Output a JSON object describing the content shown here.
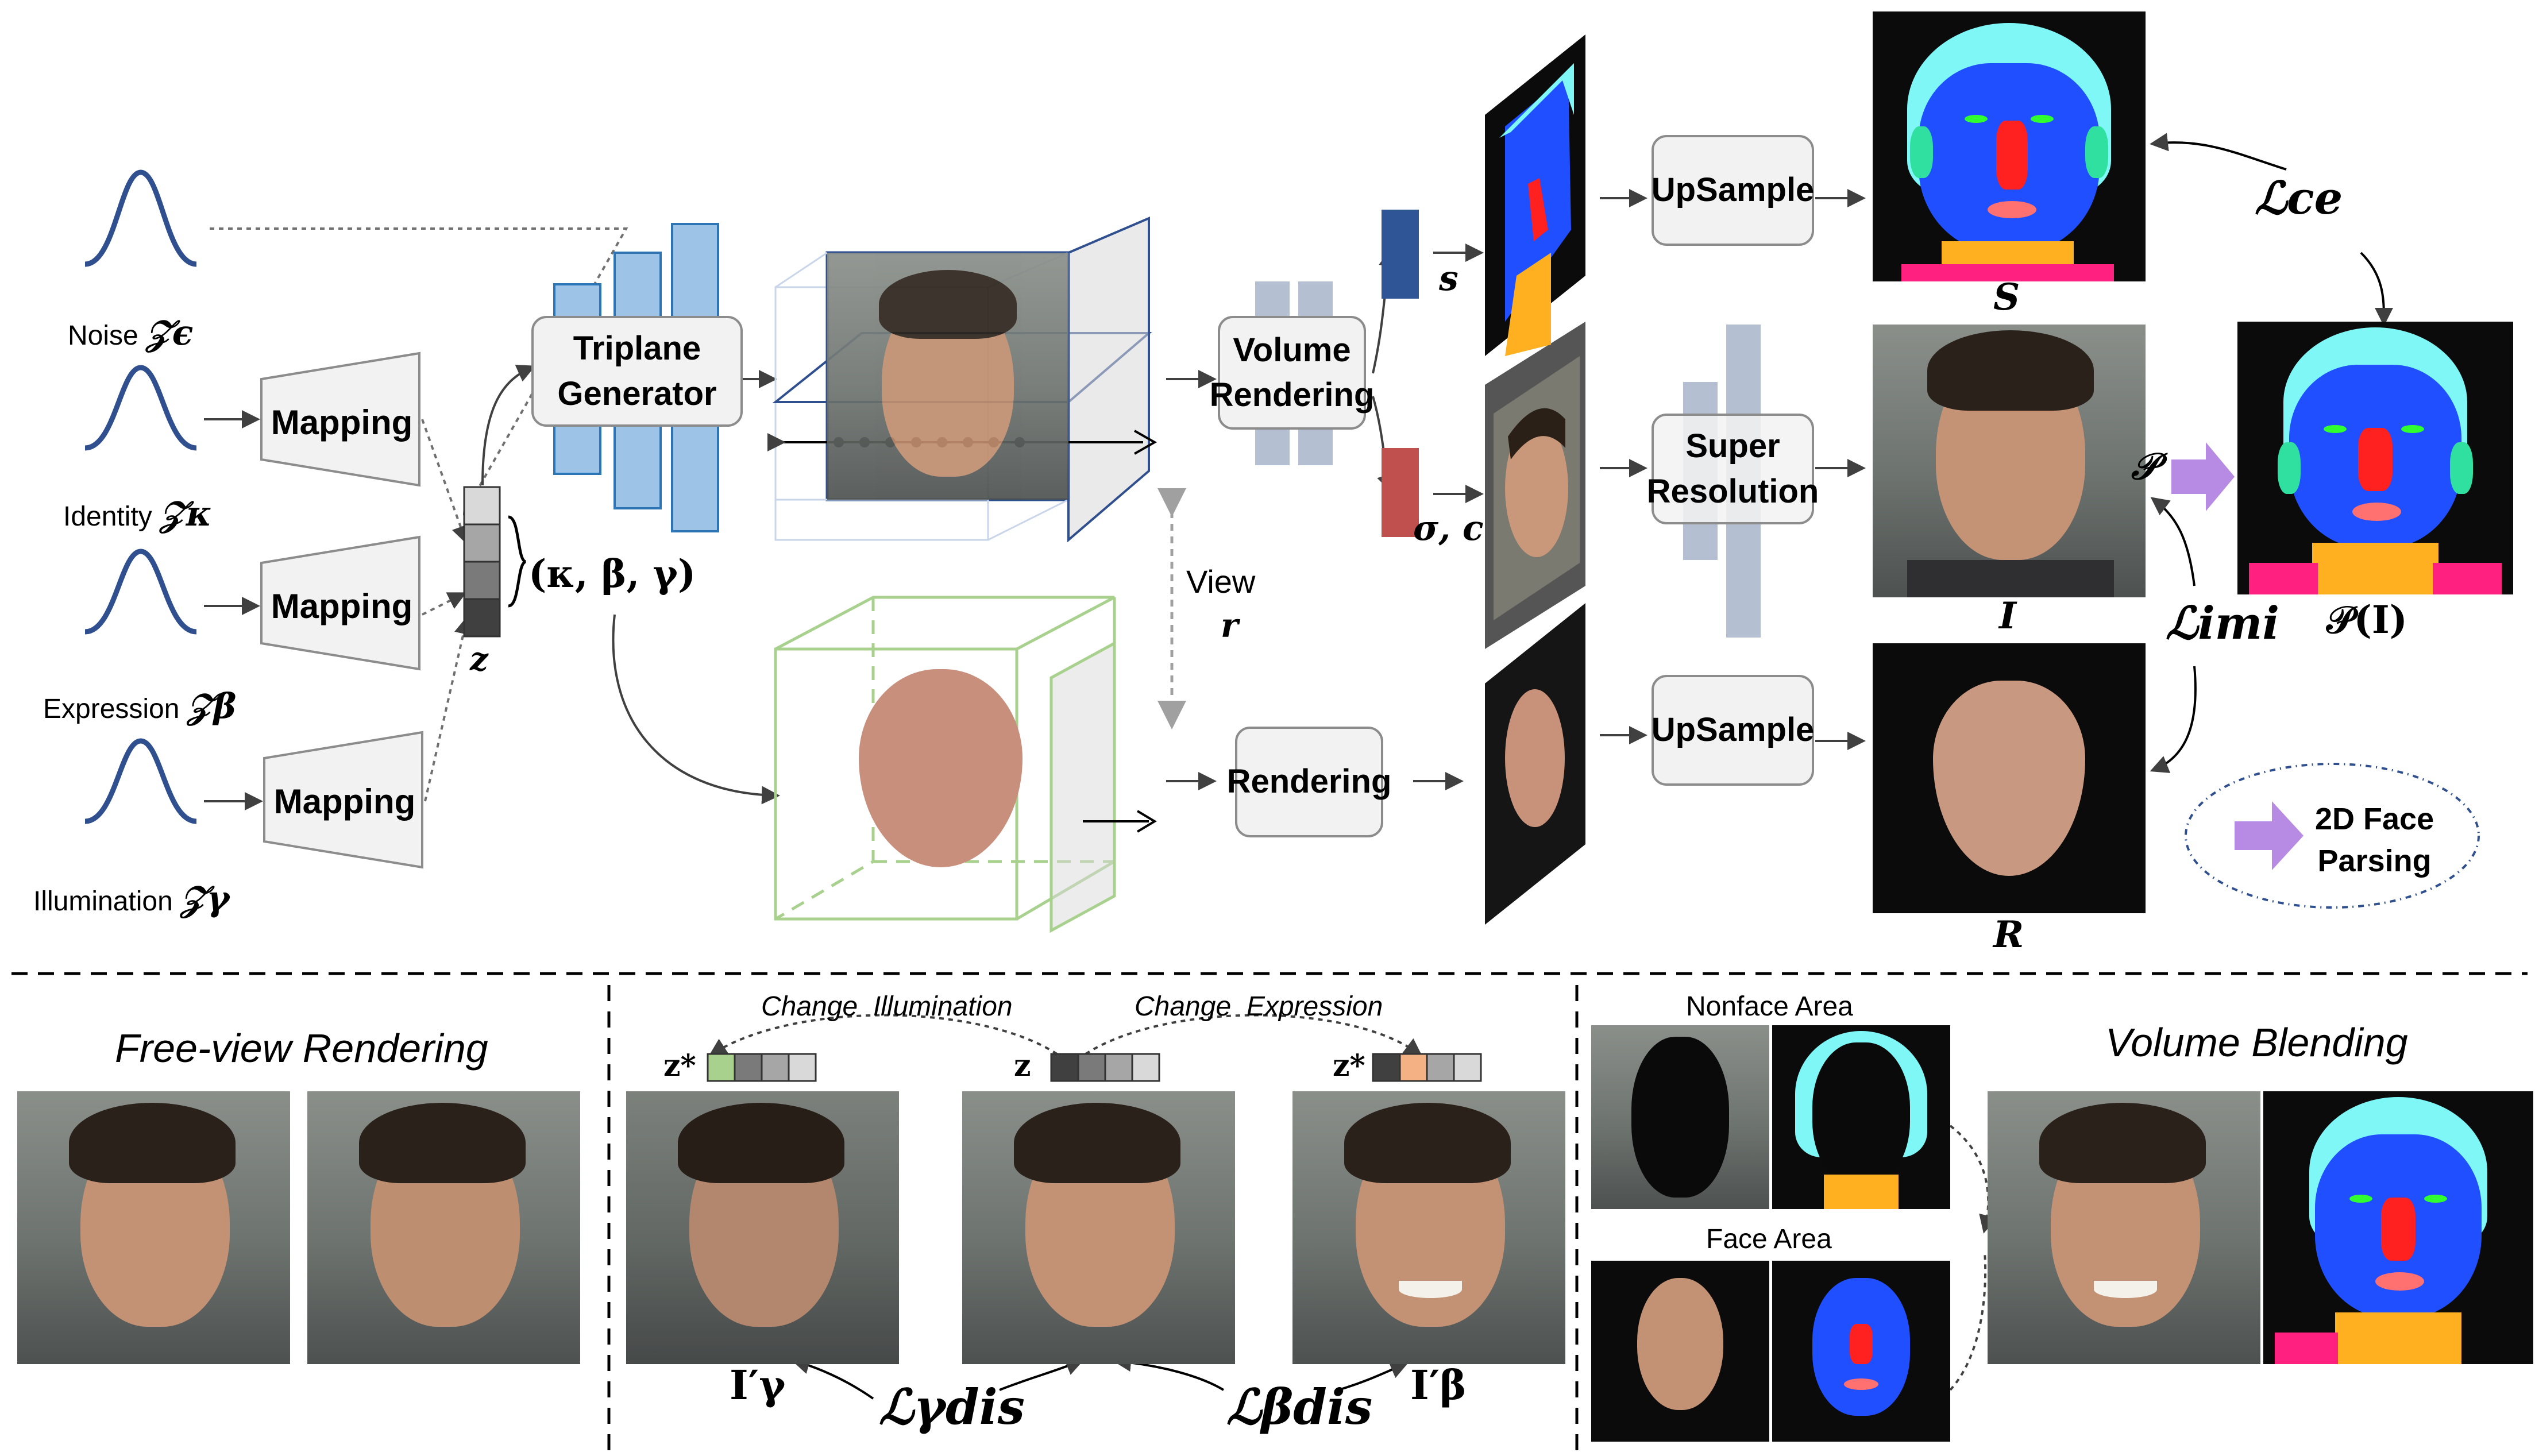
{
  "latents": [
    {
      "label": "Noise",
      "symbol": "𝒵ϵ"
    },
    {
      "label": "Identity",
      "symbol": "𝒵κ"
    },
    {
      "label": "Expression",
      "symbol": "𝒵β"
    },
    {
      "label": "Illumination",
      "symbol": "𝒵γ"
    }
  ],
  "mapping_label": "Mapping",
  "z_label": "z",
  "z_tuple": "(κ, β, γ)",
  "triplane_label": "Triplane\nGenerator",
  "volume_rendering_label": "Volume\nRendering",
  "view_label": "View",
  "view_symbol": "r",
  "rendering_label": "Rendering",
  "upsample_label": "UpSample",
  "super_resolution_label": "Super\nResolution",
  "s_small": "s",
  "sigma_c": "σ, c",
  "S_label": "S",
  "I_label": "I",
  "R_label": "R",
  "L_ce": "ℒce",
  "L_imi": "ℒimi",
  "P_symbol": "𝒫",
  "P_of_I": "𝒫(I)",
  "face_parsing_label": "2D Face\nParsing",
  "bottom": {
    "free_view_title": "Free-view Rendering",
    "change_illumination": "Change  Illumination",
    "change_expression": "Change  Expression",
    "z_star": "z*",
    "z": "z",
    "I_gamma": "I′γ",
    "I_beta": "I′β",
    "L_dis_gamma": "ℒγdis",
    "L_dis_beta": "ℒβdis",
    "nonface_area": "Nonface Area",
    "face_area": "Face Area",
    "volume_blending_title": "Volume Blending"
  },
  "colors": {
    "gaussian": "#2f4f8f",
    "triplane_bar": "#9dc3e6",
    "volume_bar": "#b4bfd1",
    "parsing_skin": "#1f4fff",
    "parsing_hair": "#7ff7f7",
    "parsing_nose": "#ff2020",
    "parsing_lips": "#ff7070",
    "parsing_neck": "#ffb020",
    "parsing_cloth": "#ff2080",
    "parsing_ears": "#30e0a0",
    "parsing_eyes": "#30ff30",
    "arrow_purple": "#b78be3",
    "green_cube": "#a9d18e",
    "blue_cube": "#2f4f8f",
    "s_bar": "#2f5597",
    "sigma_bar": "#c0504d"
  }
}
